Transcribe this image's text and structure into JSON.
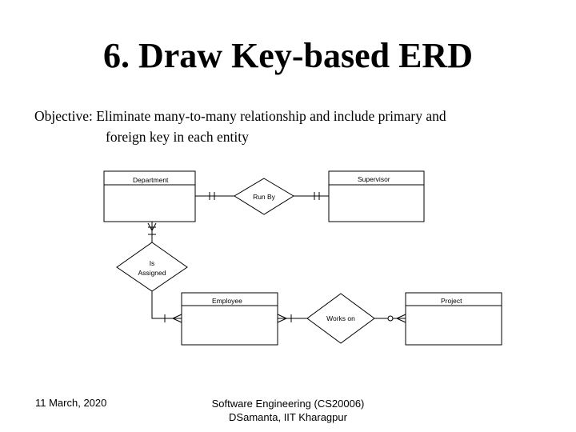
{
  "slide": {
    "title": "6. Draw Key-based ERD",
    "objective_line1": "Objective: Eliminate  many-to-many relationship and include primary and",
    "objective_line2": "foreign key in each entity"
  },
  "diagram": {
    "entities": {
      "department": "Department",
      "supervisor": "Supervisor",
      "employee": "Employee",
      "project": "Project"
    },
    "relationships": {
      "run_by": "Run By",
      "is_assigned_line1": "Is",
      "is_assigned_line2": "Assigned",
      "works_on": "Works on"
    }
  },
  "footer": {
    "date": "11 March, 2020",
    "course": "Software Engineering (CS20006)",
    "author": "DSamanta, IIT Kharagpur"
  }
}
